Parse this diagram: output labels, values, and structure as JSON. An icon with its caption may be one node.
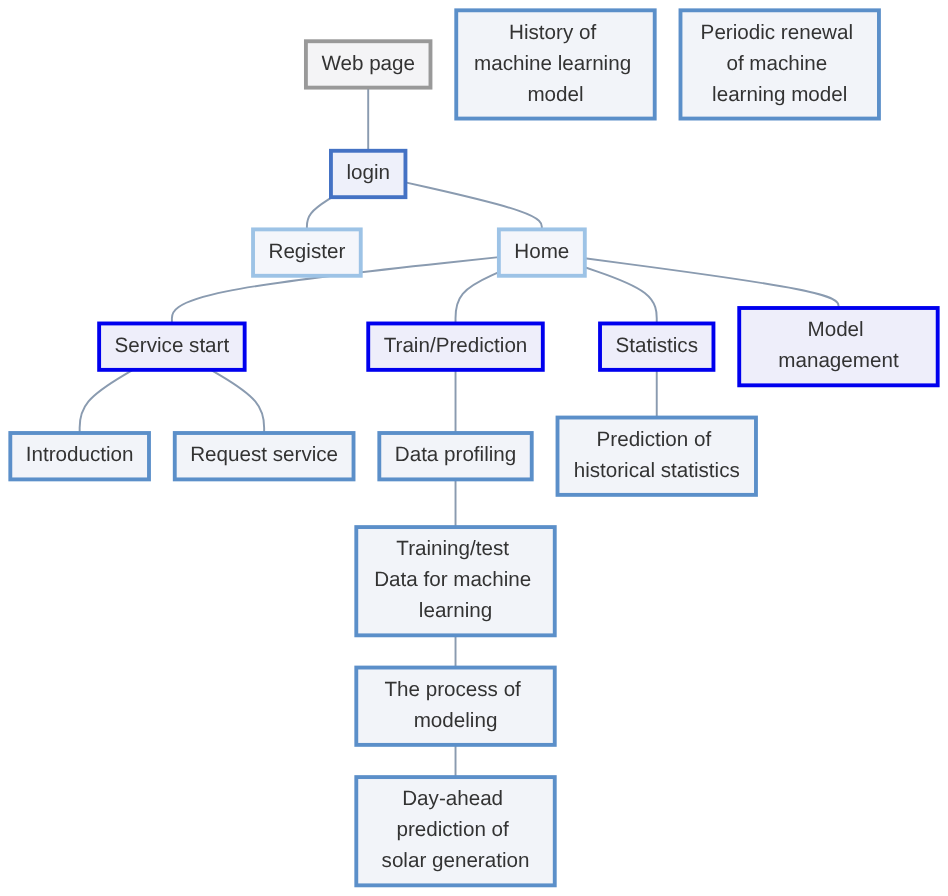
{
  "diagram": {
    "nodes": [
      {
        "text": [
          "Web page"
        ]
      },
      {
        "text": [
          "login"
        ]
      },
      {
        "text": [
          "Register"
        ]
      },
      {
        "text": [
          "Home"
        ]
      },
      {
        "text": [
          "Service start"
        ]
      },
      {
        "text": [
          "Train/Prediction"
        ]
      },
      {
        "text": [
          "Statistics"
        ]
      },
      {
        "text": [
          "Model management"
        ]
      },
      {
        "text": [
          "Introduction"
        ]
      },
      {
        "text": [
          "Request service"
        ]
      },
      {
        "text": [
          "Data profiling"
        ]
      },
      {
        "text": [
          "Prediction of historical statistics"
        ]
      },
      {
        "text": [
          "History of machine learning model"
        ]
      },
      {
        "text": [
          "Training/test Data for machine learning"
        ]
      },
      {
        "text": [
          "Periodic renewal of machine learning model"
        ]
      },
      {
        "text": [
          "The process of modeling"
        ]
      },
      {
        "text": [
          "Day-ahead prediction of solar generation"
        ]
      }
    ],
    "edges": [
      {
        "from": 0,
        "to": 1,
        "arrow": "none"
      },
      {
        "from": 1,
        "to": 2,
        "arrow": "none"
      },
      {
        "from": 1,
        "to": 3,
        "arrow": "none"
      },
      {
        "from": 3,
        "to": 4,
        "arrow": "none"
      },
      {
        "from": 3,
        "to": 5,
        "arrow": "none"
      },
      {
        "from": 3,
        "to": 6,
        "arrow": "none"
      },
      {
        "from": 3,
        "to": 7,
        "arrow": "none"
      },
      {
        "from": 4,
        "to": 8,
        "arrow": "none"
      },
      {
        "from": 4,
        "to": 9,
        "arrow": "none"
      },
      {
        "from": 5,
        "to": 10,
        "arrow": "none"
      },
      {
        "from": 10,
        "to": 13,
        "arrow": "none"
      },
      {
        "from": 13,
        "to": 15,
        "arrow": "none"
      },
      {
        "from": 15,
        "to": 16,
        "arrow": "none"
      },
      {
        "from": 6,
        "to": 11,
        "arrow": "none"
      }
    ]
  }
}
